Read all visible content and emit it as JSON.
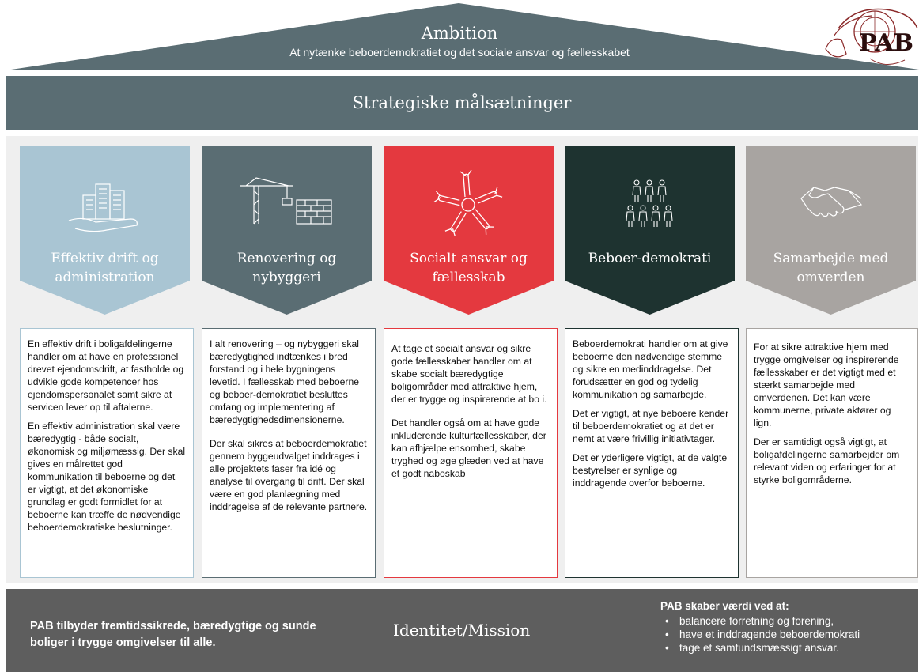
{
  "ambition": {
    "title": "Ambition",
    "subtitle": "At nytænke beboerdemokratiet og det sociale ansvar og fællesskabet"
  },
  "logo": {
    "text": "PAB"
  },
  "goals": {
    "title": "Strategiske målsætninger"
  },
  "pillars": [
    {
      "title": "Effektiv drift og administration",
      "color": "#a9c5d3",
      "border": "#a9c5d3",
      "icon": "buildings-hand-icon",
      "paragraphs": [
        "En effektiv drift i boligafdelingerne handler om at have en professionel drevet ejendomsdrift, at fastholde og udvikle gode kompetencer hos ejendomspersonalet samt sikre at servicen lever op til aftalerne.",
        "En effektiv administration skal være bæredygtig - både socialt, økonomisk og miljømæssig. Der skal gives en målrettet god kommunikation til beboerne og det er vigtigt, at det økonomiske grundlag er godt formidlet for at beboerne kan træffe de nødvendige beboerdemokratiske beslutninger."
      ]
    },
    {
      "title": "Renovering og nybyggeri",
      "color": "#5a6d73",
      "border": "#5a6d73",
      "icon": "crane-bricks-icon",
      "paragraphs": [
        "I alt renovering – og nybyggeri skal bæredygtighed indtænkes i bred forstand og i hele bygningens levetid. I fællesskab med beboerne og beboer-demokratiet besluttes omfang og implementering af bæredygtighedsdimensionerne.",
        "Der skal sikres at beboerdemokratiet gennem byggeudvalget inddrages i alle projektets faser fra idé og analyse til overgang til drift. Der skal være en god planlægning med inddragelse af de relevante partnere."
      ]
    },
    {
      "title": "Socialt ansvar og fællesskab",
      "color": "#e4393f",
      "border": "#e4393f",
      "icon": "joined-hands-icon",
      "paragraphs": [
        "At tage et socialt ansvar og sikre gode fællesskaber handler om at skabe socialt bæredygtige boligområder med attraktive hjem, der er trygge og inspirerende at bo i.",
        "Det handler også om at have gode inkluderende kulturfællesskaber, der kan afhjælpe ensomhed, skabe tryghed og øge glæden ved at have et godt naboskab"
      ]
    },
    {
      "title": "Beboer-demokrati",
      "color": "#1e3330",
      "border": "#1e3330",
      "icon": "people-group-icon",
      "paragraphs": [
        "Beboerdemokrati handler om at give beboerne den nødvendige stemme og sikre en medinddragelse. Det forudsætter en god og tydelig kommunikation og samarbejde.",
        "Det er vigtigt, at nye beboere kender til beboerdemokratiet og at det er nemt at være frivillig initiativtager.",
        "Det er yderligere vigtigt, at de valgte bestyrelser er synlige og inddragende overfor beboerne."
      ]
    },
    {
      "title": "Samarbejde med omverden",
      "color": "#a8a4a1",
      "border": "#a8a4a1",
      "icon": "handshake-icon",
      "paragraphs": [
        "For at sikre attraktive hjem med trygge omgivelser og inspirerende fællesskaber er det vigtigt med et stærkt samarbejde med omverdenen. Det kan være kommunerne, private aktører og lign.",
        "Der er samtidigt også vigtigt, at boligafdelingerne samarbejder om relevant viden og erfaringer for at styrke boligområderne."
      ]
    }
  ],
  "mission": {
    "statement": "PAB tilbyder fremtidssikrede, bæredygtige og sunde boliger i trygge omgivelser til alle.",
    "title": "Identitet/Mission",
    "values_heading": "PAB skaber værdi ved at:",
    "values": [
      "balancere forretning og forening,",
      "have et inddragende beboerdemokrati",
      "tage et samfundsmæssigt ansvar."
    ]
  },
  "colors": {
    "roof": "#5a6d73",
    "goals_band": "#5a6d73",
    "bottom_band": "#5e5e5e",
    "background_panel": "#efefef"
  }
}
